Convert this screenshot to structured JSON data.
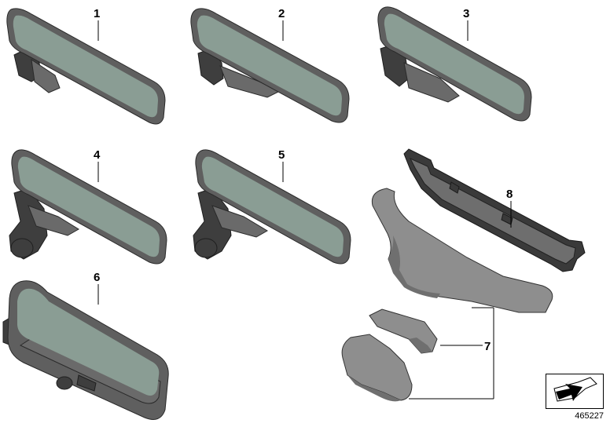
{
  "callouts": [
    {
      "id": "1",
      "label": "1"
    },
    {
      "id": "2",
      "label": "2"
    },
    {
      "id": "3",
      "label": "3"
    },
    {
      "id": "4",
      "label": "4"
    },
    {
      "id": "5",
      "label": "5"
    },
    {
      "id": "6",
      "label": "6"
    },
    {
      "id": "7",
      "label": "7"
    },
    {
      "id": "8",
      "label": "8"
    }
  ],
  "reference_number": "465227",
  "colors": {
    "mirror_glass": "#8a9d94",
    "housing": "#5f5f5f",
    "cover": "#8e8e8e",
    "bracket": "#3a3a3a"
  },
  "icons": {
    "reference_icon": "arrow-icon"
  }
}
